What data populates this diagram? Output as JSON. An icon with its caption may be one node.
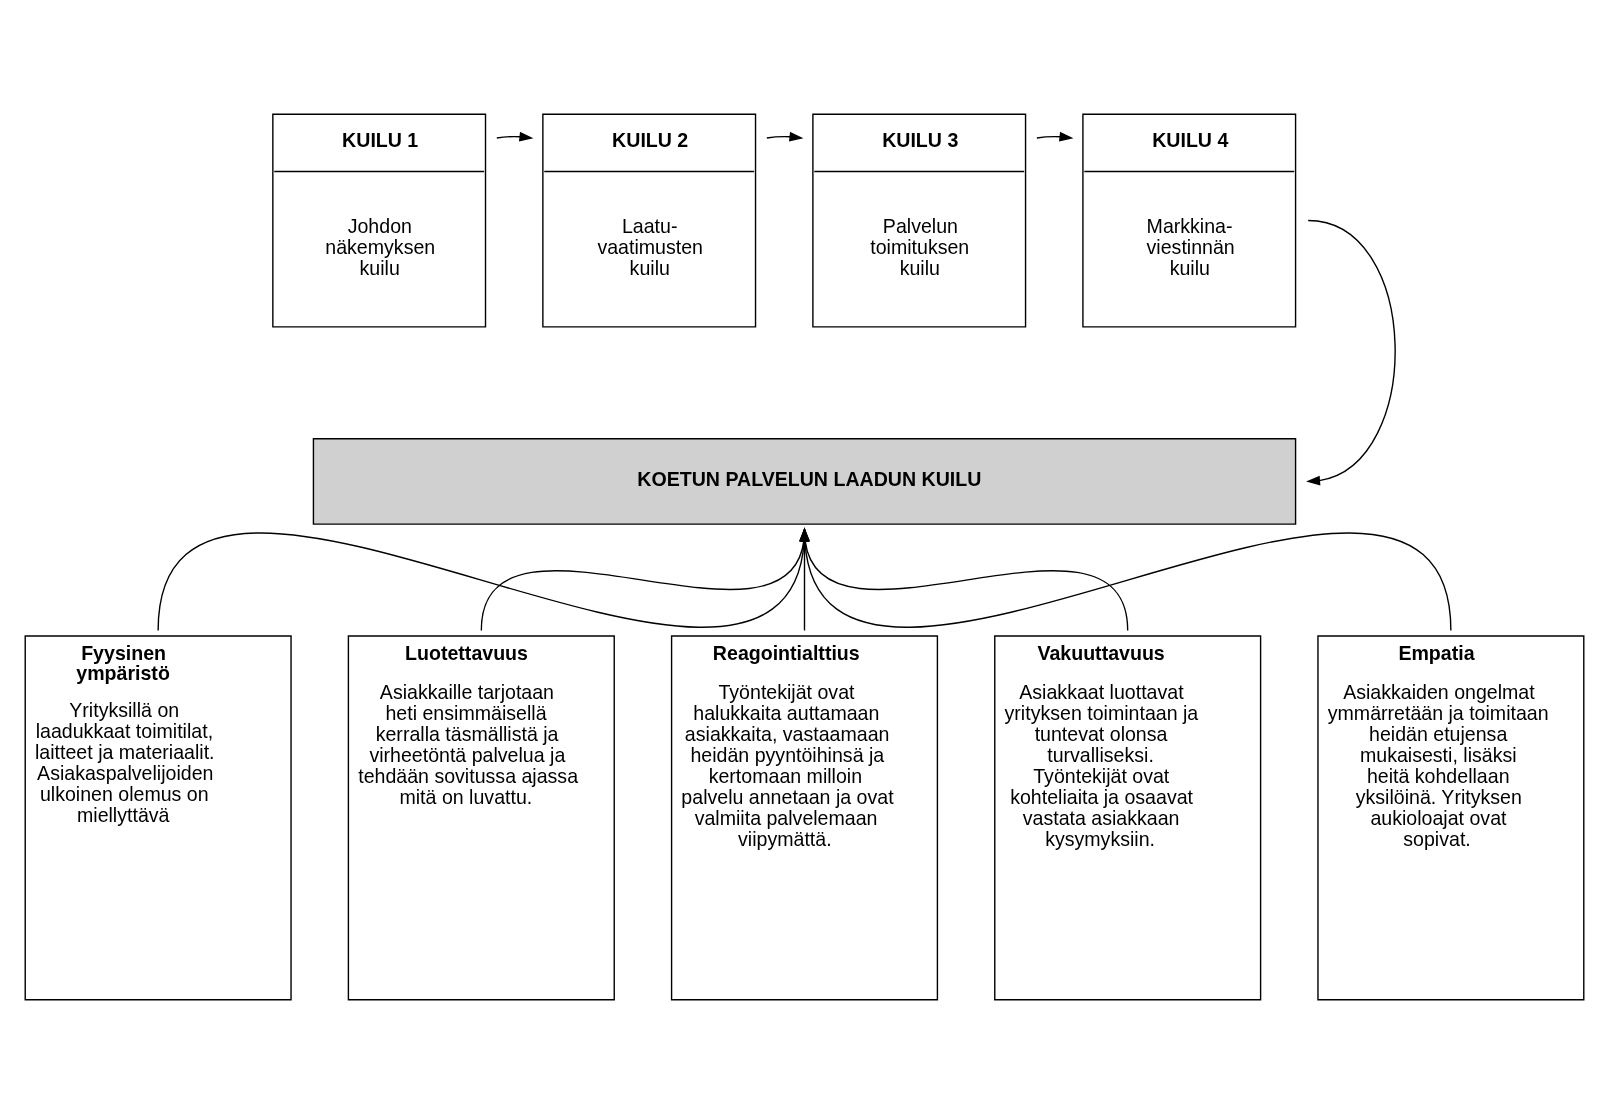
{
  "diagram": {
    "nodes": [
      {
        "text": [
          "KUILU 1",
          "Johdon näkemyksen kuilu"
        ]
      },
      {
        "text": [
          "KUILU 2",
          "Laatu- vaatimusten kuilu"
        ]
      },
      {
        "text": [
          "KUILU 3",
          "Palvelun toimituksen kuilu"
        ]
      },
      {
        "text": [
          "KUILU 4",
          "Markkina- viestinnän kuilu"
        ]
      },
      {
        "text": [
          "KOETUN PALVELUN LAADUN KUILU"
        ]
      },
      {
        "text": [
          "Fyysinen ympäristö",
          "Yrityksillä on laadukkaat toimitilat, laitteet ja materiaalit. Asiakaspalvelijoiden ulkoinen olemus on miellyttävä"
        ]
      },
      {
        "text": [
          "Luotettavuus",
          "Asiakkaille tarjotaan heti ensimmäisellä kerralla täsmällistä ja virheetöntä palvelua ja tehdään sovitussa ajassa mitä on luvattu."
        ]
      },
      {
        "text": [
          "Reagointialttius",
          "Työntekijät ovat halukkaita auttamaan asiakkaita, vastaamaan heidän pyyntöihinsä ja kertomaan milloin palvelu annetaan ja ovat valmiita palvelemaan viipymättä."
        ]
      },
      {
        "text": [
          "Vakuuttavuus",
          "Asiakkaat luottavat yrityksen toimintaan ja tuntevat olonsa turvalliseksi. Työntekijät ovat kohteliaita ja osaavat vastata asiakkaan kysymyksiin."
        ]
      },
      {
        "text": [
          "Empatia",
          "Asiakkaiden ongelmat ymmärretään ja toimitaan heidän etujensa mukaisesti, lisäksi heitä kohdellaan yksilöinä. Yrityksen aukioloajat ovat sopivat."
        ]
      }
    ],
    "edges": [
      {
        "from": 0,
        "to": 1,
        "arrow": "to"
      },
      {
        "from": 1,
        "to": 2,
        "arrow": "to"
      },
      {
        "from": 2,
        "to": 3,
        "arrow": "to"
      },
      {
        "from": 3,
        "to": 4,
        "arrow": "to"
      },
      {
        "from": 5,
        "to": 4,
        "arrow": "to"
      },
      {
        "from": 6,
        "to": 4,
        "arrow": "to"
      },
      {
        "from": 7,
        "to": 4,
        "arrow": "to"
      },
      {
        "from": 8,
        "to": 4,
        "arrow": "to"
      },
      {
        "from": 9,
        "to": 4,
        "arrow": "to"
      }
    ]
  }
}
